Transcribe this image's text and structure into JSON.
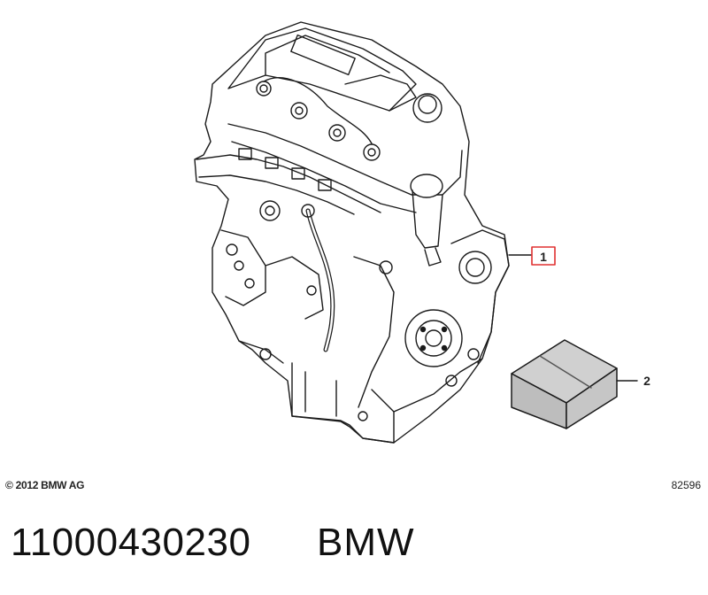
{
  "diagram": {
    "callouts": [
      {
        "id": "1",
        "label": "1",
        "highlighted": true
      },
      {
        "id": "2",
        "label": "2",
        "highlighted": false
      }
    ],
    "highlight_color": "#e03030"
  },
  "footer": {
    "copyright": "© 2012 BMW AG",
    "diagram_id": "82596"
  },
  "product": {
    "part_number": "11000430230",
    "brand": "BMW"
  }
}
